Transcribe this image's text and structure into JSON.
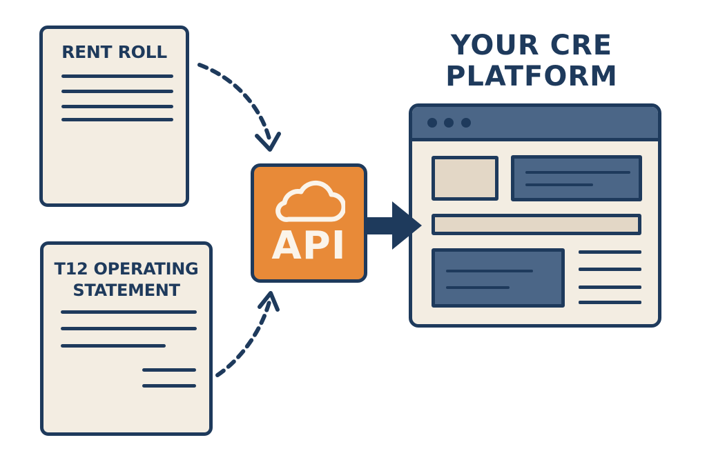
{
  "diagram": {
    "sources": [
      {
        "id": "rent-roll",
        "title": "RENT ROLL"
      },
      {
        "id": "t12",
        "title_lines": [
          "T12 OPERATING",
          "STATEMENT"
        ]
      }
    ],
    "hub": {
      "label": "API",
      "icon": "cloud-icon"
    },
    "destination": {
      "title_lines": [
        "YOUR CRE",
        "PLATFORM"
      ]
    },
    "colors": {
      "navy": "#1e3a5c",
      "paper": "#f3ede2",
      "orange": "#e88a38",
      "slate_blue": "#4b6687",
      "beige": "#e3d7c6"
    }
  }
}
